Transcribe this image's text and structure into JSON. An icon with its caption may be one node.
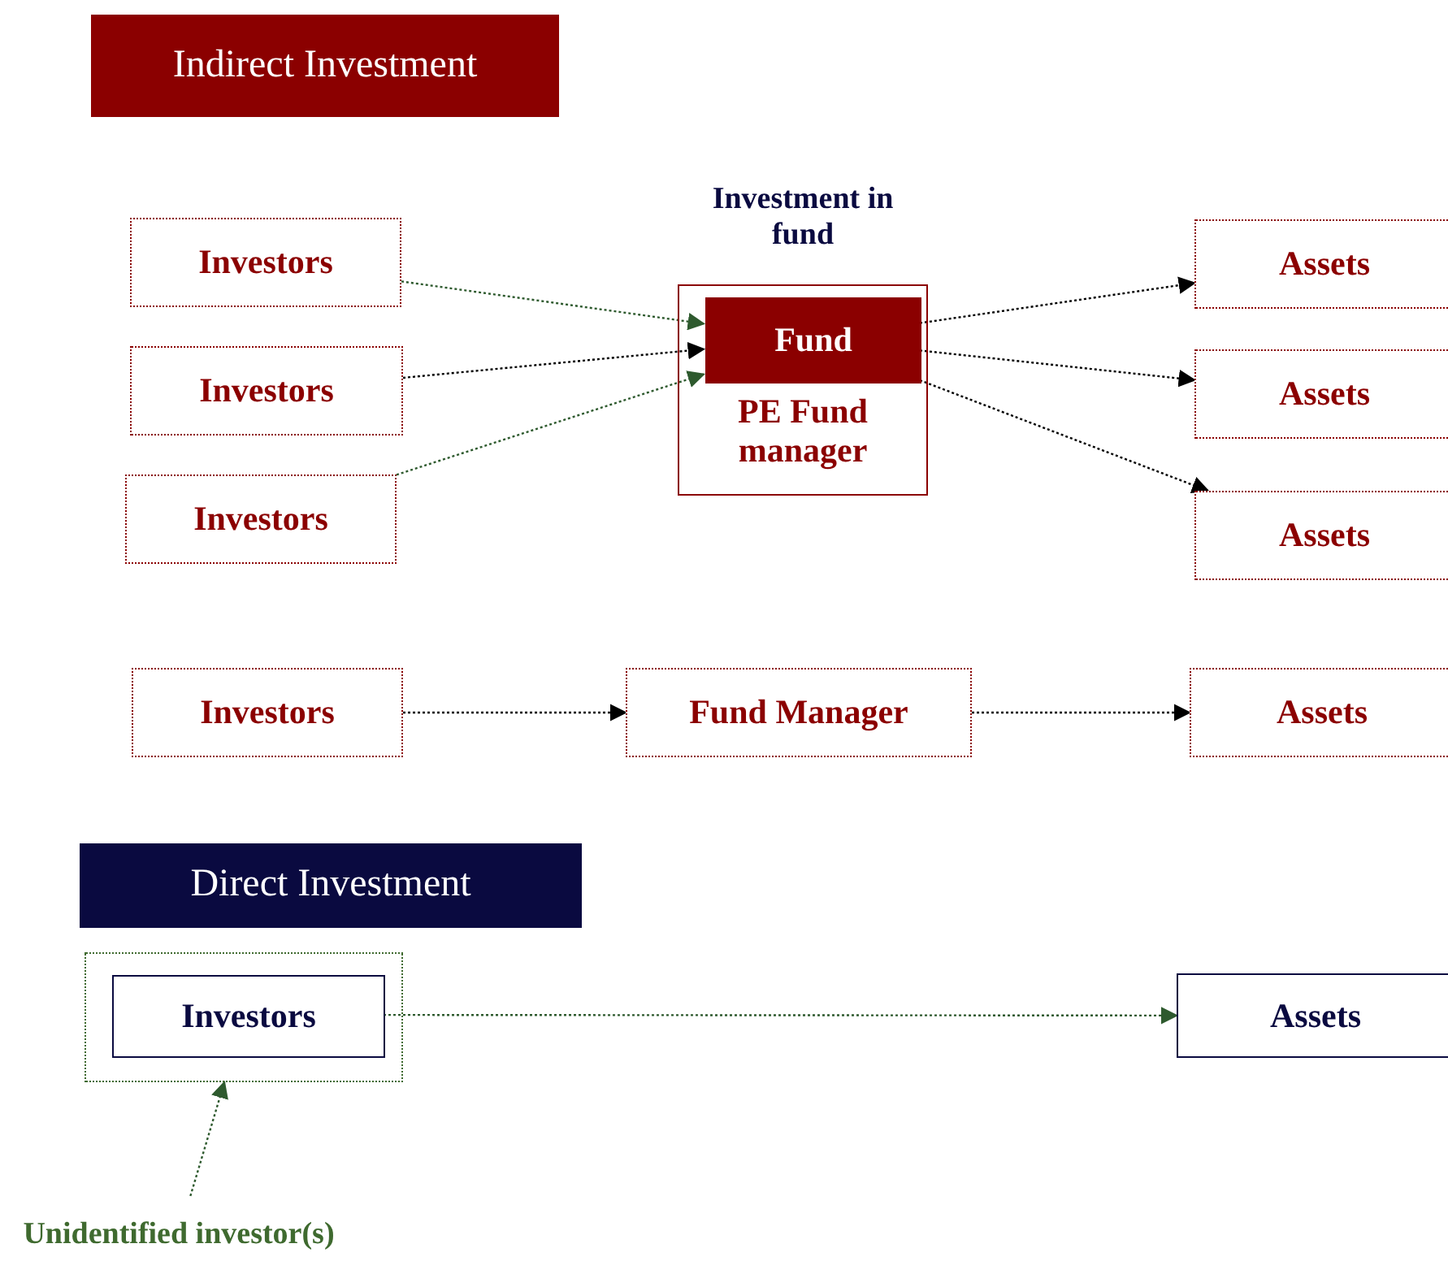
{
  "diagram": {
    "nodes": [
      {
        "text": [
          "Indirect Investment"
        ]
      },
      {
        "text": [
          "Investors"
        ]
      },
      {
        "text": [
          "Investors"
        ]
      },
      {
        "text": [
          "Investors"
        ]
      },
      {
        "text": [
          "Investment in fund",
          "PE Fund manager"
        ]
      },
      {
        "text": [
          "Fund"
        ],
        "in": 4
      },
      {
        "text": [
          "Assets"
        ]
      },
      {
        "text": [
          "Assets"
        ]
      },
      {
        "text": [
          "Assets"
        ]
      },
      {
        "text": [
          "Investors"
        ]
      },
      {
        "text": [
          "Fund Manager"
        ]
      },
      {
        "text": [
          "Assets"
        ]
      },
      {
        "text": [
          "Direct Investment"
        ]
      },
      {
        "text": [],
        "shape": "box"
      },
      {
        "text": [
          "Investors"
        ],
        "in": 13
      },
      {
        "text": [
          "Assets"
        ]
      },
      {
        "text": [
          "Unidentified investor(s)"
        ]
      }
    ],
    "edges": [
      {
        "from": 1,
        "to": 5,
        "arrow": "to",
        "color": "#2e5a2e"
      },
      {
        "from": 2,
        "to": 5,
        "arrow": "to"
      },
      {
        "from": 3,
        "to": 5,
        "arrow": "to",
        "color": "#2e5a2e"
      },
      {
        "from": 5,
        "to": 6,
        "arrow": "to"
      },
      {
        "from": 5,
        "to": 7,
        "arrow": "to"
      },
      {
        "from": 5,
        "to": 8,
        "arrow": "to"
      },
      {
        "from": 9,
        "to": 10,
        "arrow": "to"
      },
      {
        "from": 10,
        "to": 11,
        "arrow": "to"
      },
      {
        "from": 14,
        "to": 15,
        "arrow": "to",
        "color": "#2e5a2e"
      },
      {
        "from": 16,
        "to": 13,
        "arrow": "to",
        "color": "#2e5a2e"
      }
    ]
  }
}
